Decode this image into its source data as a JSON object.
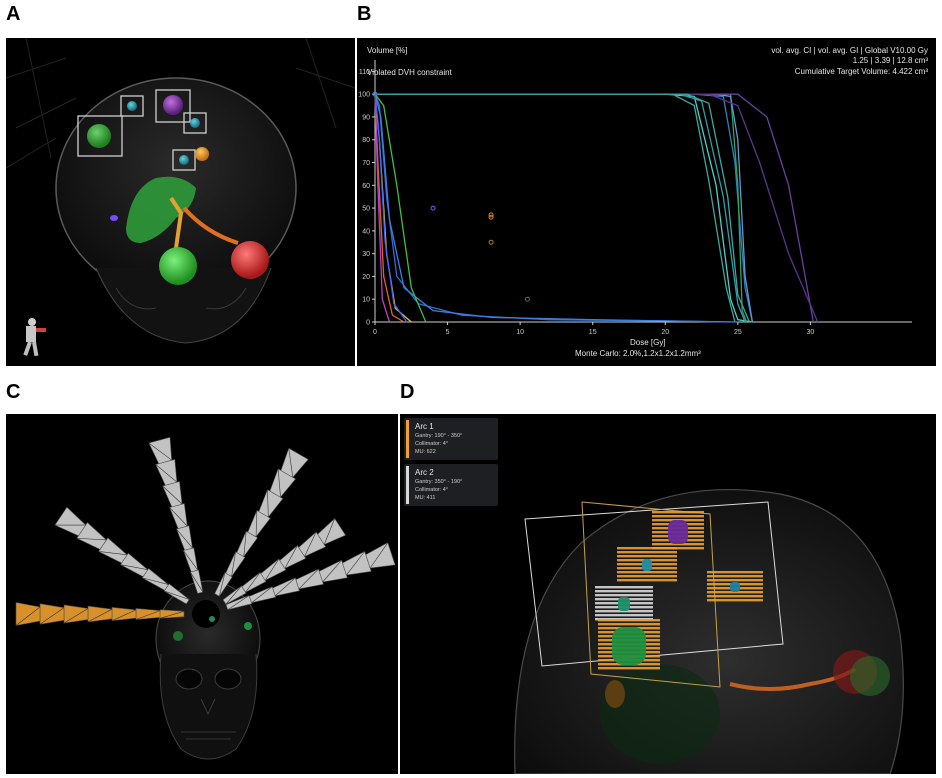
{
  "panels": {
    "a": {
      "letter": "A"
    },
    "b": {
      "letter": "B"
    },
    "c": {
      "letter": "C"
    },
    "d": {
      "letter": "D"
    }
  },
  "dvh": {
    "ylabel": "Volume [%]",
    "xlabel": "Dose [Gy]",
    "violated": "Violated DVH constraint",
    "stats_header": "vol. avg. CI  |  vol. avg. GI  |  Global V10.00 Gy",
    "stats_values": "1.25           |  3.39          |  12.8 cm³",
    "cumulative": "Cumulative Target Volume: 4.422 cm³",
    "footer": "Monte Carlo:  2.0%,1.2x1.2x1.2mm³"
  },
  "chart_data": {
    "type": "line",
    "xlabel": "Dose [Gy]",
    "ylabel": "Volume [%]",
    "xlim": [
      0,
      37
    ],
    "ylim": [
      0,
      115
    ],
    "x_ticks": [
      0,
      5,
      10,
      15,
      20,
      25,
      30
    ],
    "y_ticks": [
      0,
      10,
      20,
      30,
      40,
      50,
      60,
      70,
      80,
      90,
      100,
      110
    ],
    "series": [
      {
        "color": "#4dd0c8",
        "points": [
          [
            0,
            100
          ],
          [
            20,
            100
          ],
          [
            22,
            99
          ],
          [
            23.5,
            60
          ],
          [
            24.5,
            10
          ],
          [
            25,
            1
          ],
          [
            26,
            0
          ]
        ]
      },
      {
        "color": "#2f9fa8",
        "points": [
          [
            0,
            100
          ],
          [
            21,
            100
          ],
          [
            22.5,
            97
          ],
          [
            24,
            55
          ],
          [
            25,
            8
          ],
          [
            25.5,
            0
          ]
        ]
      },
      {
        "color": "#3aa9a0",
        "points": [
          [
            0,
            100
          ],
          [
            20.5,
            100
          ],
          [
            22,
            95
          ],
          [
            23,
            62
          ],
          [
            24.2,
            15
          ],
          [
            24.8,
            0
          ]
        ]
      },
      {
        "color": "#2e7fbf",
        "points": [
          [
            0,
            100
          ],
          [
            22,
            100
          ],
          [
            24,
            99
          ],
          [
            24.8,
            70
          ],
          [
            25.5,
            15
          ],
          [
            26,
            0
          ]
        ]
      },
      {
        "color": "#34a35c",
        "points": [
          [
            0,
            100
          ],
          [
            22.5,
            100
          ],
          [
            24.5,
            100
          ],
          [
            25,
            60
          ],
          [
            25.3,
            5
          ],
          [
            25.6,
            0
          ]
        ]
      },
      {
        "color": "#5b9bd5",
        "points": [
          [
            0,
            100
          ],
          [
            23.5,
            100
          ],
          [
            24.5,
            99
          ],
          [
            25,
            80
          ],
          [
            25.5,
            20
          ],
          [
            26,
            0
          ]
        ]
      },
      {
        "color": "#6b3fa0",
        "points": [
          [
            0,
            100
          ],
          [
            25,
            100
          ],
          [
            27,
            90
          ],
          [
            28.5,
            60
          ],
          [
            29.5,
            25
          ],
          [
            30.2,
            0
          ]
        ]
      },
      {
        "color": "#5a3590",
        "points": [
          [
            0,
            100
          ],
          [
            23,
            100
          ],
          [
            25,
            95
          ],
          [
            26.5,
            70
          ],
          [
            28.5,
            30
          ],
          [
            30.5,
            0
          ]
        ]
      },
      {
        "color": "#3aa9a0",
        "points": [
          [
            0,
            100
          ],
          [
            21.5,
            100
          ],
          [
            23,
            96
          ],
          [
            24.3,
            55
          ],
          [
            25,
            12
          ],
          [
            25.8,
            0
          ]
        ]
      },
      {
        "color": "#2d6fd6",
        "points": [
          [
            0,
            100
          ],
          [
            0.3,
            95
          ],
          [
            0.8,
            55
          ],
          [
            1.5,
            20
          ],
          [
            3,
            8
          ],
          [
            6,
            3
          ],
          [
            12,
            1
          ],
          [
            20,
            0.5
          ],
          [
            24.5,
            0
          ]
        ]
      },
      {
        "color": "#3d7fe0",
        "points": [
          [
            0,
            100
          ],
          [
            0.4,
            90
          ],
          [
            1,
            45
          ],
          [
            2,
            15
          ],
          [
            4,
            5
          ],
          [
            8,
            2
          ],
          [
            15,
            1
          ],
          [
            25,
            0
          ]
        ]
      },
      {
        "color": "#e0c040",
        "points": [
          [
            0,
            100
          ],
          [
            0.3,
            80
          ],
          [
            0.8,
            30
          ],
          [
            1.4,
            6
          ],
          [
            2.5,
            0
          ]
        ]
      },
      {
        "color": "#e06030",
        "points": [
          [
            0,
            100
          ],
          [
            0.2,
            70
          ],
          [
            0.6,
            20
          ],
          [
            1.2,
            3
          ],
          [
            2,
            0
          ]
        ]
      },
      {
        "color": "#40c040",
        "points": [
          [
            0,
            100
          ],
          [
            0.6,
            95
          ],
          [
            1.5,
            60
          ],
          [
            2.5,
            15
          ],
          [
            3.5,
            0
          ]
        ]
      },
      {
        "color": "#c040c0",
        "points": [
          [
            0,
            100
          ],
          [
            0.2,
            60
          ],
          [
            0.5,
            10
          ],
          [
            1,
            0
          ]
        ]
      },
      {
        "color": "#4060ff",
        "points": [
          [
            0,
            100
          ],
          [
            0.25,
            85
          ],
          [
            0.7,
            35
          ],
          [
            1.3,
            8
          ],
          [
            2.2,
            0
          ]
        ]
      }
    ],
    "markers": [
      {
        "x": 4,
        "y": 50,
        "color": "#6b5cff"
      },
      {
        "x": 8,
        "y": 47,
        "color": "#e07a20"
      },
      {
        "x": 8,
        "y": 46,
        "color": "#e07a20"
      },
      {
        "x": 8,
        "y": 35,
        "color": "#b08020"
      },
      {
        "x": 10.5,
        "y": 10,
        "color": "#2a8a3a"
      },
      {
        "x": 0,
        "y": 100,
        "color": "#3d7fe0"
      }
    ]
  },
  "arcs": [
    {
      "title": "Arc 1",
      "gantry": "Gantry: 190° - 350°",
      "collimator": "Collimator: 4°",
      "mu": "MU: 622",
      "color": "#f0a030"
    },
    {
      "title": "Arc 2",
      "gantry": "Gantry: 350° - 190°",
      "collimator": "Collimator: 4°",
      "mu": "MU: 411",
      "color": "#d8d8d8"
    }
  ]
}
